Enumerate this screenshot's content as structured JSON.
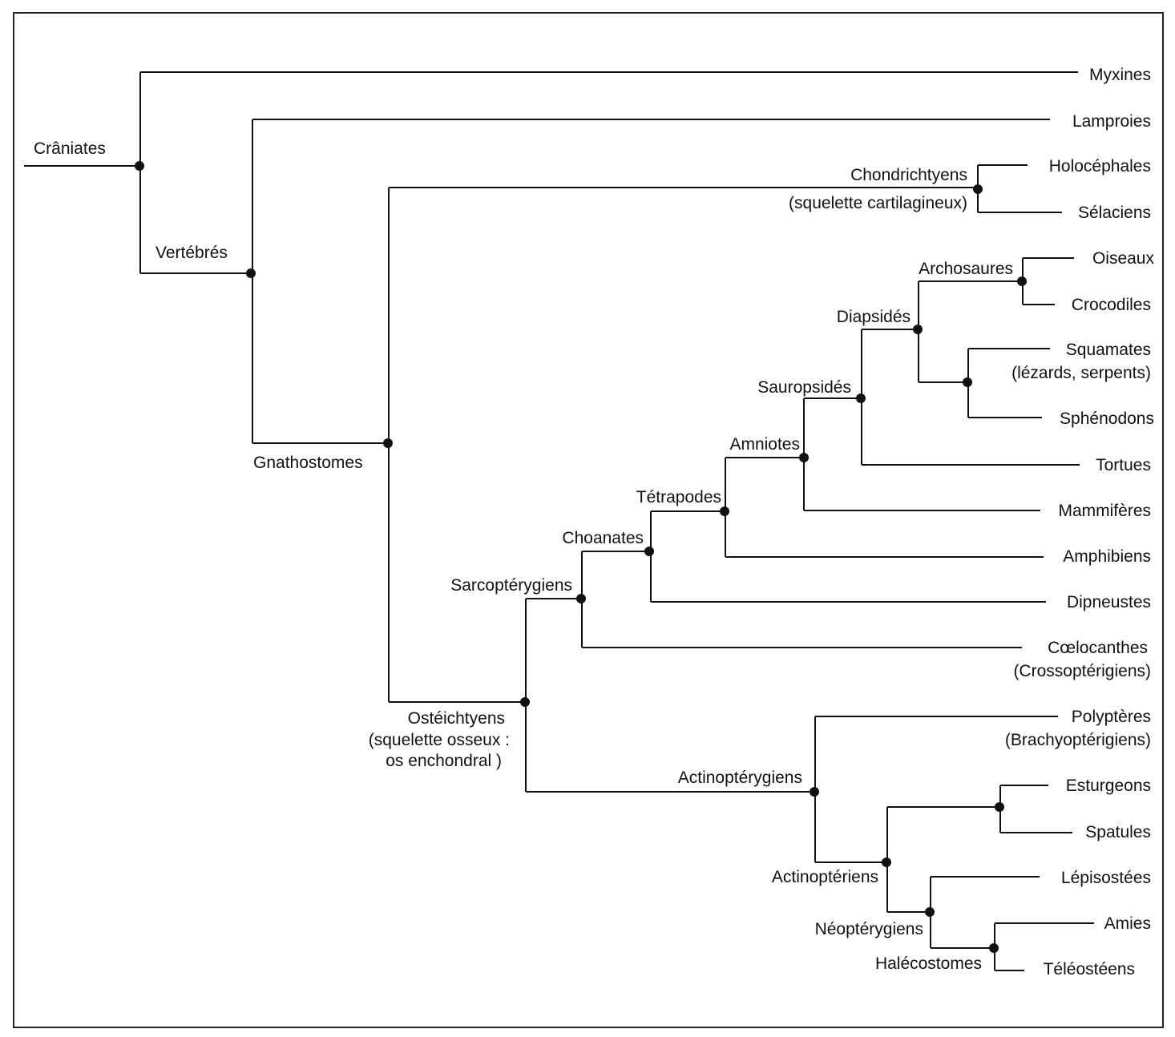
{
  "colors": {
    "line": "#111111",
    "node": "#111111",
    "frame": "#222222",
    "background": "#ffffff"
  },
  "labels": {
    "craniates": "Crâniates",
    "vertebres": "Vertébrés",
    "gnathostomes": "Gnathostomes",
    "chondrichtyens": "Chondrichtyens",
    "chondrichtyens_note": "(squelette cartilagineux)",
    "osteichtyens": "Ostéichtyens",
    "osteichtyens_note1": "(squelette osseux :",
    "osteichtyens_note2": "os enchondral )",
    "sarcopterygiens": "Sarcoptérygiens",
    "choanates": "Choanates",
    "tetrapodes": "Tétrapodes",
    "amniotes": "Amniotes",
    "sauropsides": "Sauropsidés",
    "diapsides": "Diapsidés",
    "archosaures": "Archosaures",
    "actinopterygiens": "Actinoptérygiens",
    "actinopteriens": "Actinoptériens",
    "neopterygiens": "Néoptérygiens",
    "halecostomes": "Halécostomes"
  },
  "taxa": {
    "myxines": "Myxines",
    "lamproies": "Lamproies",
    "holocephales": "Holocéphales",
    "selaciens": "Sélaciens",
    "oiseaux": "Oiseaux",
    "crocodiles": "Crocodiles",
    "squamates": "Squamates",
    "squamates_note": "(lézards, serpents)",
    "sphenodons": "Sphénodons",
    "tortues": "Tortues",
    "mammiferes": "Mammifères",
    "amphibiens": "Amphibiens",
    "dipneustes": "Dipneustes",
    "coelocanthes": "Cœlocanthes",
    "coelocanthes_note": "(Crossoptérigiens)",
    "polypteres": "Polyptères",
    "polypteres_note": "(Brachyoptérigiens)",
    "esturgeons": "Esturgeons",
    "spatules": "Spatules",
    "lepisostees": "Lépisostées",
    "amies": "Amies",
    "teleosteens": "Téléostéens"
  }
}
